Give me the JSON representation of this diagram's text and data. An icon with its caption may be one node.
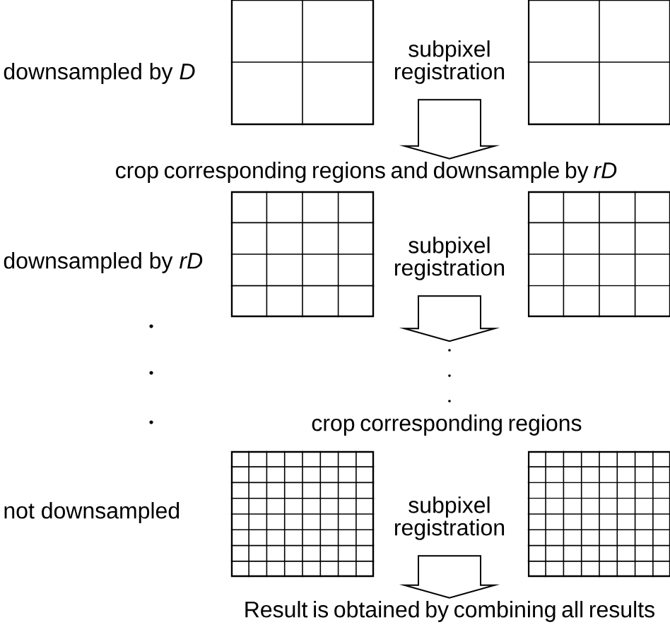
{
  "diagram": {
    "nodes": [
      {
        "text": [],
        "shape": "grid",
        "beside": [
          "downsampled by *D*"
        ]
      },
      {
        "text": [
          "subpixel registration"
        ]
      },
      {
        "text": [],
        "shape": "grid"
      },
      {
        "text": [
          "crop corresponding regions and downsample by *rD*"
        ]
      },
      {
        "text": [],
        "shape": "grid",
        "beside": [
          "downsampled by *rD*"
        ]
      },
      {
        "text": [
          "subpixel registration"
        ]
      },
      {
        "text": [],
        "shape": "grid"
      },
      {
        "text": [
          "crop corresponding regions"
        ]
      },
      {
        "text": [],
        "shape": "grid",
        "beside": [
          "not downsampled"
        ]
      },
      {
        "text": [
          "subpixel registration"
        ]
      },
      {
        "text": [],
        "shape": "grid"
      },
      {
        "text": [
          "Result is obtained by combining all results"
        ]
      }
    ],
    "edges": [
      {
        "from": 1,
        "to": 3,
        "arrow": "to"
      },
      {
        "from": 5,
        "to": null,
        "arrow": "to"
      },
      {
        "from": 9,
        "to": 11,
        "arrow": "to"
      }
    ]
  }
}
